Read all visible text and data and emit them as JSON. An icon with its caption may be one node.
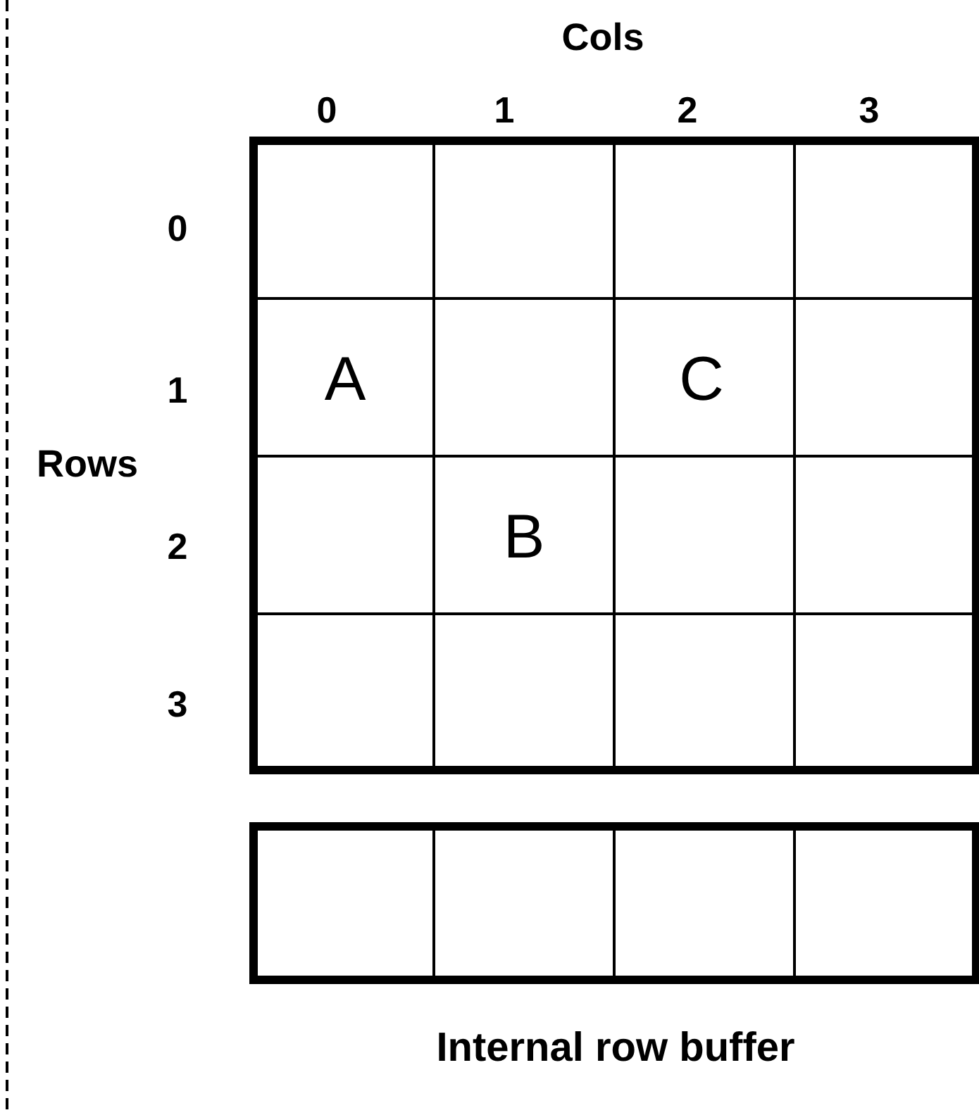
{
  "diagram": {
    "labels": [
      "Cols",
      "0",
      "1",
      "2",
      "3",
      "0",
      "1",
      "A",
      "C",
      "Rows",
      "2",
      "B",
      "3",
      "Internal row buffer"
    ]
  }
}
